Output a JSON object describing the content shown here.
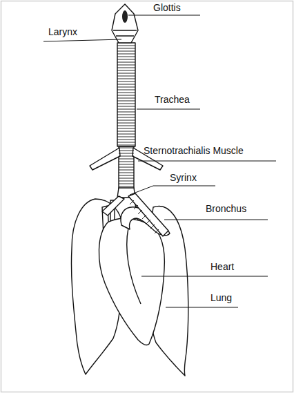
{
  "diagram": {
    "labels": [
      "Larynx",
      "Glottis",
      "Trachea",
      "Sternotrachialis Muscle",
      "Syrinx",
      "Bronchus",
      "Heart",
      "Lung"
    ]
  }
}
